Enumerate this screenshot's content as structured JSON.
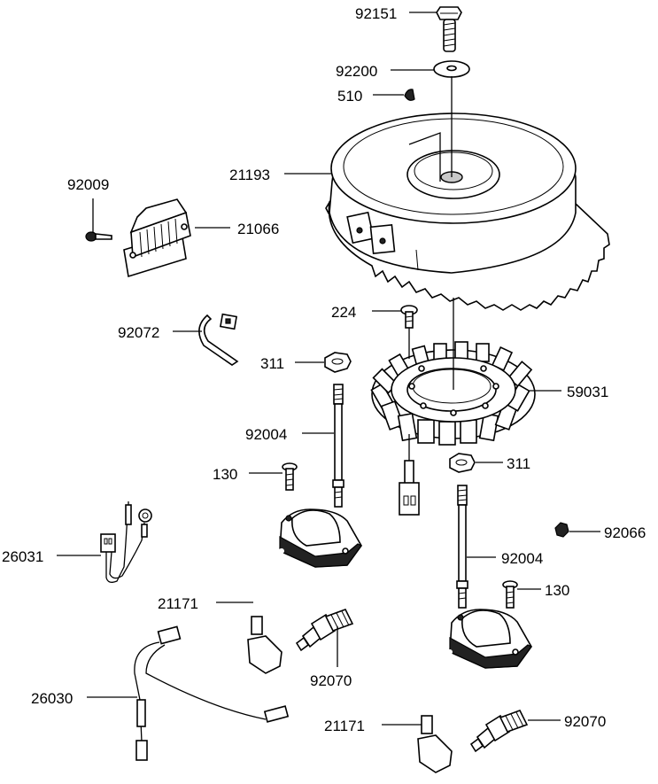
{
  "labels": {
    "l92151": "92151",
    "l92200": "92200",
    "l510": "510",
    "l21193": "21193",
    "l92009": "92009",
    "l21066": "21066",
    "l224": "224",
    "l92072": "92072",
    "l311a": "311",
    "l59031": "59031",
    "l92004a": "92004",
    "l130a": "130",
    "l311b": "311",
    "l92066": "92066",
    "l26031": "26031",
    "l92004b": "92004",
    "l130b": "130",
    "l21171a": "21171",
    "l92070a": "92070",
    "l26030": "26030",
    "l21171b": "21171",
    "l92070b": "92070"
  }
}
